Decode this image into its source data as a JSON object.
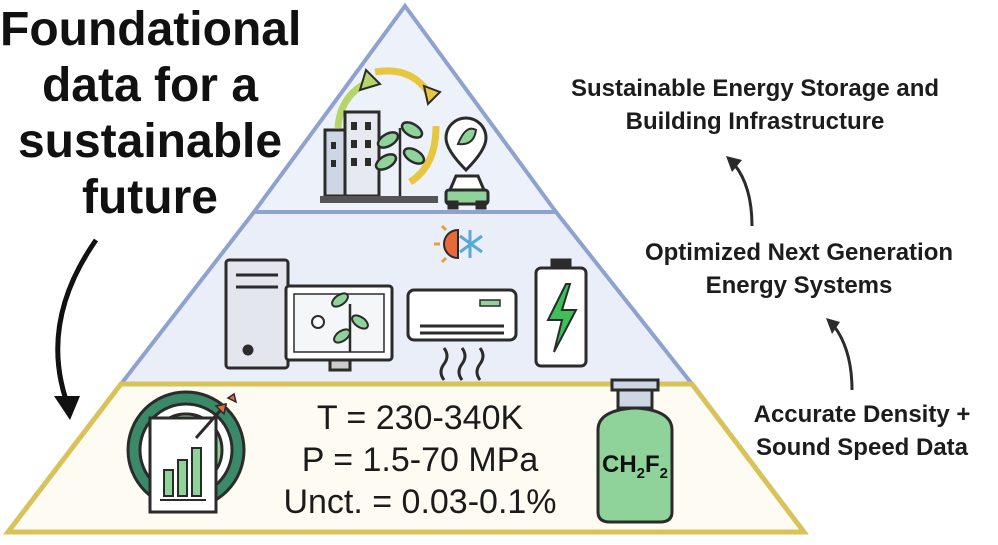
{
  "headline": {
    "lines": [
      "Foundational",
      "data for a",
      "sustainable",
      "future"
    ]
  },
  "levels": {
    "top": {
      "label_lines": [
        "Sustainable Energy Storage and",
        "Building Infrastructure"
      ]
    },
    "middle": {
      "label_lines": [
        "Optimized Next Generation",
        "Energy Systems"
      ]
    },
    "bottom": {
      "label_lines": [
        "Accurate Density +",
        "Sound Speed Data"
      ]
    }
  },
  "conditions": {
    "temperature": "T = 230-340K",
    "pressure": "P = 1.5-70 MPa",
    "uncertainty": "Unct. = 0.03-0.1%"
  },
  "cylinder": {
    "formula_base": "CH",
    "formula_sub1": "2",
    "formula_mid": "F",
    "formula_sub2": "2"
  },
  "colors": {
    "pyramid_outline": "#8ea2cf",
    "top_fill": "#edf1fa",
    "middle_fill": "#e9eef8",
    "bottom_fill": "#fdfbf2",
    "bottom_outline": "#d8c35a",
    "cylinder_green": "#8fd29a",
    "battery_green": "#3fbf5a",
    "icon_stroke": "#2b2b2b",
    "arrow": "#111111"
  },
  "icons": [
    "building-icon",
    "plant-icon",
    "recycle-arrows-icon",
    "leaf-pin-icon",
    "car-icon",
    "computer-tower-icon",
    "monitor-icon",
    "sun-snowflake-icon",
    "air-conditioner-icon",
    "battery-icon",
    "target-chart-icon",
    "gas-cylinder-icon",
    "curved-arrow-icon"
  ]
}
